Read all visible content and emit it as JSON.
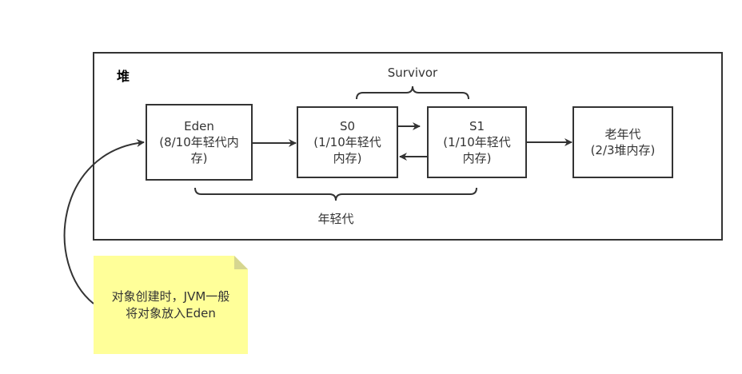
{
  "heap": {
    "title": "堆"
  },
  "boxes": {
    "eden": {
      "line1": "Eden",
      "line2": "(8/10年轻代内",
      "line3": "存)"
    },
    "s0": {
      "line1": "S0",
      "line2": "(1/10年轻代",
      "line3": "内存)"
    },
    "s1": {
      "line1": "S1",
      "line2": "(1/10年轻代",
      "line3": "内存)"
    },
    "old": {
      "line1": "老年代",
      "line2": "(2/3堆内存)"
    }
  },
  "braces": {
    "survivor": "Survivor",
    "young": "年轻代"
  },
  "note": {
    "line1": "对象创建时，JVM一般",
    "line2": "将对象放入Eden"
  },
  "colors": {
    "stroke": "#333333",
    "note_fill": "#ffff99"
  }
}
